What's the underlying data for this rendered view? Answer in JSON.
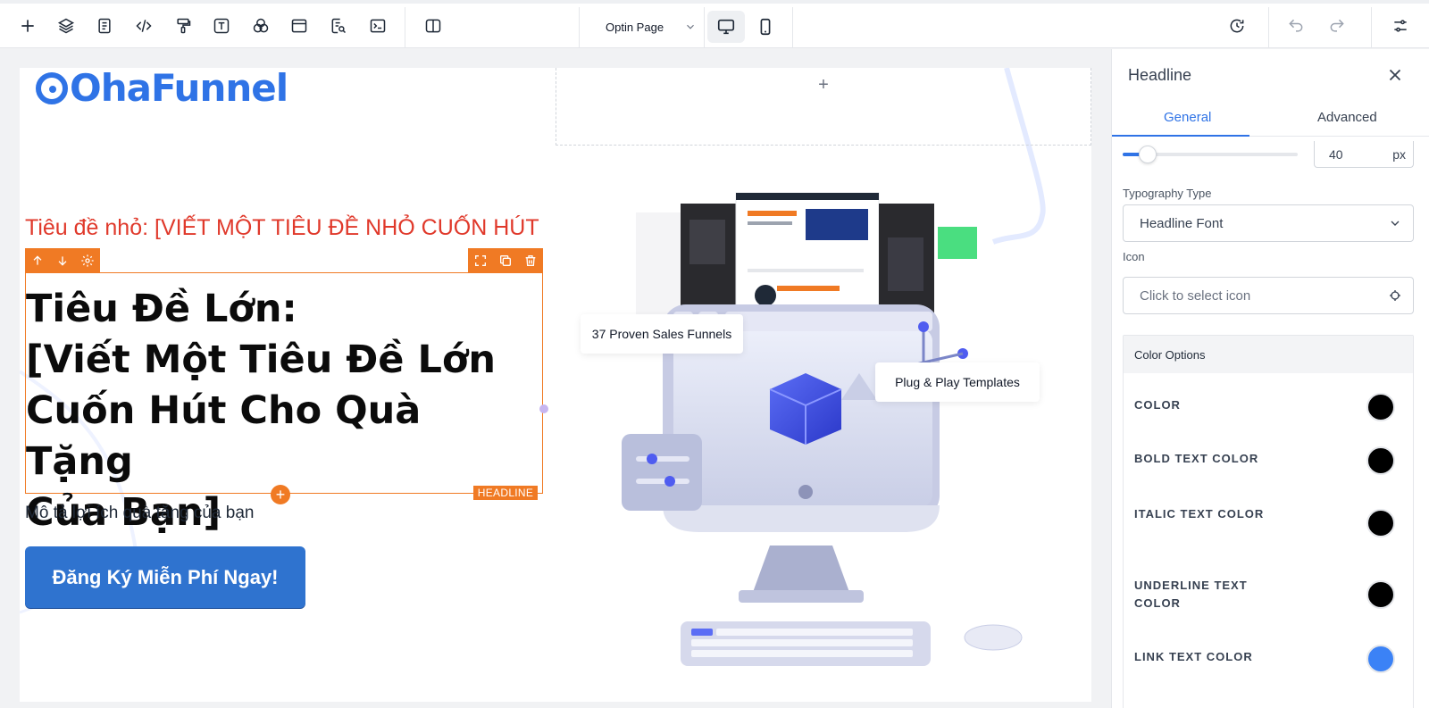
{
  "toolbar": {
    "page_selector": "Optin Page",
    "left_icons": [
      "plus-icon",
      "layers-icon",
      "page-icon",
      "code-icon",
      "paint-roller-icon",
      "text-icon",
      "color-blend-icon",
      "browser-window-icon",
      "search-document-icon",
      "terminal-icon",
      "split-layout-icon"
    ],
    "device_active": "desktop"
  },
  "canvas": {
    "logo_text": "OhaFunnel",
    "subheadline": "Tiêu đề nhỏ: [VIẾT MỘT TIÊU ĐỀ NHỎ CUỐN HÚT NGAY]",
    "headline_line1": "Tiêu Đề Lớn:",
    "headline_line2": "[Viết Một Tiêu Đề Lớn",
    "headline_line3": "Cuốn Hút Cho Quà Tặng",
    "headline_line4": "Của Bạn]",
    "headline_tag": "HEADLINE",
    "description": "Mô tả lợi ích quà tặng của bạn",
    "cta_label": "Đăng Ký Miễn Phí Ngay!",
    "callout_1": "37 Proven Sales Funnels",
    "callout_2": "Plug & Play Templates",
    "add_symbol": "+"
  },
  "panel": {
    "title": "Headline",
    "tabs": [
      {
        "label": "General",
        "active": true
      },
      {
        "label": "Advanced",
        "active": false
      }
    ],
    "font_size_value": "40",
    "font_size_unit": "px",
    "font_size_slider_fraction": 0.1,
    "typography_label": "Typography Type",
    "typography_value": "Headline Font",
    "icon_label": "Icon",
    "icon_placeholder": "Click to select icon",
    "color_section_title": "Color Options",
    "colors": [
      {
        "label": "COLOR",
        "value": "#000000"
      },
      {
        "label": "BOLD TEXT COLOR",
        "value": "#000000"
      },
      {
        "label": "ITALIC TEXT COLOR",
        "value": "#000000"
      },
      {
        "label": "UNDERLINE TEXT COLOR",
        "value": "#000000"
      },
      {
        "label": "LINK TEXT COLOR",
        "value": "#3b82f6"
      }
    ]
  },
  "theme": {
    "accent": "#2f73e6",
    "selection": "#f07a24",
    "subheadline_color": "#e0392b",
    "cta_color": "#2f73cf"
  }
}
